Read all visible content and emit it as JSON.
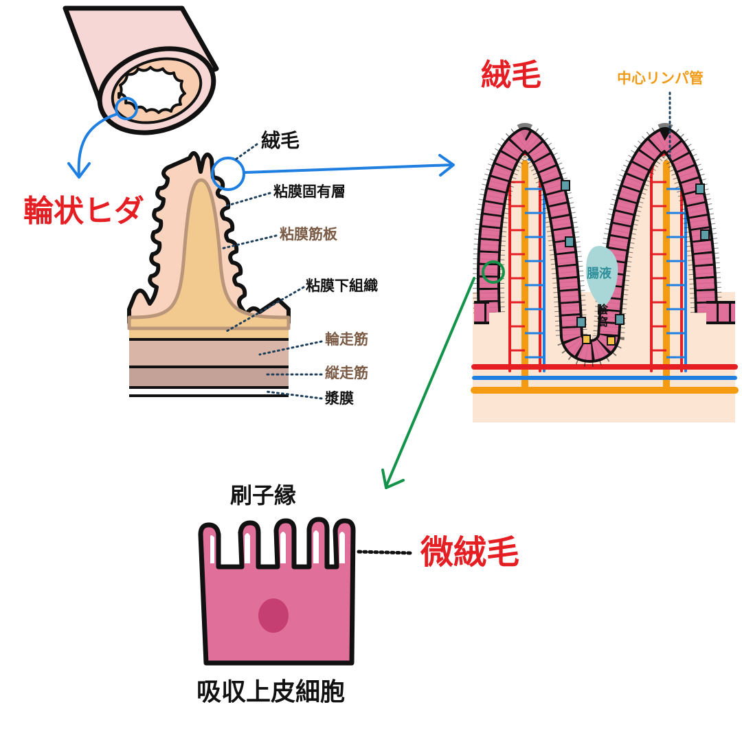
{
  "colors": {
    "red": "#e51e23",
    "blue": "#1f7fe0",
    "orange": "#f59b12",
    "green": "#13934a",
    "mucosa_pink": "#f9d3bd",
    "lamina_tan": "#f2c98e",
    "epithelium_pink": "#e0709a",
    "goblet_teal": "#5e9ea8",
    "tube_pink": "#f7d7d6"
  },
  "labels": {
    "circular_folds": "輪状ヒダ",
    "villus_small": "絨毛",
    "lamina_propria": "粘膜固有層",
    "muscularis_mucosae": "粘膜筋板",
    "submucosa": "粘膜下組織",
    "circular_muscle": "輪走筋",
    "longitudinal_muscle": "縦走筋",
    "serosa": "漿膜",
    "villus_title": "絨毛",
    "lacteal": "中心リンパ管",
    "intestinal_juice": "腸液",
    "crypt": "陰窩",
    "brush_border": "刷子縁",
    "microvilli": "微絨毛",
    "absorptive_cell": "吸収上皮細胞"
  }
}
